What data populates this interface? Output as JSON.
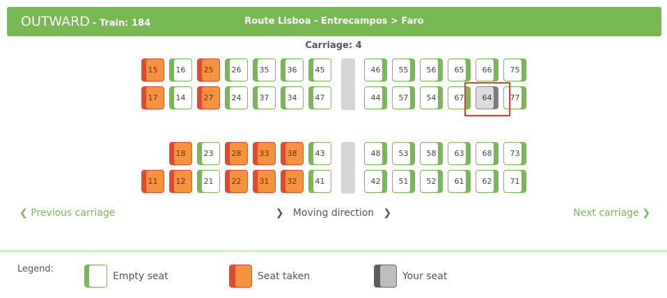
{
  "header": {
    "direction": "OUTWARD",
    "train": "- Train: 184",
    "route": "Route Lisboa - Entrecampos > Faro"
  },
  "carriage_title": "Carriage: 4",
  "seats_upper_row1": [
    {
      "n": "15",
      "s": "taken",
      "b": "l"
    },
    {
      "n": "16",
      "s": "empty",
      "b": "l"
    },
    {
      "n": "25",
      "s": "taken",
      "b": "l"
    },
    {
      "n": "26",
      "s": "empty",
      "b": "l"
    },
    {
      "n": "35",
      "s": "empty",
      "b": "l"
    },
    {
      "n": "36",
      "s": "empty",
      "b": "l"
    },
    {
      "n": "45",
      "s": "empty",
      "b": "l"
    },
    {
      "n": "46",
      "s": "empty",
      "b": "r"
    },
    {
      "n": "55",
      "s": "empty",
      "b": "r"
    },
    {
      "n": "56",
      "s": "empty",
      "b": "r"
    },
    {
      "n": "65",
      "s": "empty",
      "b": "r"
    },
    {
      "n": "66",
      "s": "empty",
      "b": "r"
    },
    {
      "n": "75",
      "s": "empty",
      "b": "r"
    }
  ],
  "seats_upper_row2": [
    {
      "n": "17",
      "s": "taken",
      "b": "l"
    },
    {
      "n": "14",
      "s": "empty",
      "b": "l"
    },
    {
      "n": "27",
      "s": "taken",
      "b": "l"
    },
    {
      "n": "24",
      "s": "empty",
      "b": "l"
    },
    {
      "n": "37",
      "s": "empty",
      "b": "l"
    },
    {
      "n": "34",
      "s": "empty",
      "b": "l"
    },
    {
      "n": "47",
      "s": "empty",
      "b": "l"
    },
    {
      "n": "44",
      "s": "empty",
      "b": "r"
    },
    {
      "n": "57",
      "s": "empty",
      "b": "r"
    },
    {
      "n": "54",
      "s": "empty",
      "b": "r"
    },
    {
      "n": "67",
      "s": "empty",
      "b": "r"
    },
    {
      "n": "64",
      "s": "mine",
      "b": "r"
    },
    {
      "n": "77",
      "s": "empty",
      "b": "r"
    }
  ],
  "seats_lower_row1": [
    {
      "n": "18",
      "s": "taken",
      "b": "l"
    },
    {
      "n": "23",
      "s": "empty",
      "b": "l"
    },
    {
      "n": "28",
      "s": "taken",
      "b": "l"
    },
    {
      "n": "33",
      "s": "taken",
      "b": "l"
    },
    {
      "n": "38",
      "s": "taken",
      "b": "l"
    },
    {
      "n": "43",
      "s": "empty",
      "b": "l"
    },
    {
      "n": "48",
      "s": "empty",
      "b": "r"
    },
    {
      "n": "53",
      "s": "empty",
      "b": "r"
    },
    {
      "n": "58",
      "s": "empty",
      "b": "r"
    },
    {
      "n": "63",
      "s": "empty",
      "b": "r"
    },
    {
      "n": "68",
      "s": "empty",
      "b": "r"
    },
    {
      "n": "73",
      "s": "empty",
      "b": "r"
    }
  ],
  "seats_lower_row2": [
    {
      "n": "11",
      "s": "taken",
      "b": "l"
    },
    {
      "n": "12",
      "s": "taken",
      "b": "l"
    },
    {
      "n": "21",
      "s": "empty",
      "b": "l"
    },
    {
      "n": "22",
      "s": "taken",
      "b": "l"
    },
    {
      "n": "31",
      "s": "taken",
      "b": "l"
    },
    {
      "n": "32",
      "s": "taken",
      "b": "l"
    },
    {
      "n": "41",
      "s": "empty",
      "b": "l"
    },
    {
      "n": "42",
      "s": "empty",
      "b": "r"
    },
    {
      "n": "51",
      "s": "empty",
      "b": "r"
    },
    {
      "n": "52",
      "s": "empty",
      "b": "r"
    },
    {
      "n": "61",
      "s": "empty",
      "b": "r"
    },
    {
      "n": "62",
      "s": "empty",
      "b": "r"
    },
    {
      "n": "71",
      "s": "empty",
      "b": "r"
    }
  ],
  "nav": {
    "previous": "Previous carriage",
    "moving": "Moving direction",
    "next": "Next carriage"
  },
  "legend": {
    "label": "Legend:",
    "empty": "Empty seat",
    "taken": "Seat taken",
    "mine": "Your seat"
  },
  "colors": {
    "accent": "#76b852",
    "taken": "#f5923e",
    "taken_band": "#e8472b",
    "mine": "#dcdcdc",
    "highlight": "#e53a2c"
  }
}
